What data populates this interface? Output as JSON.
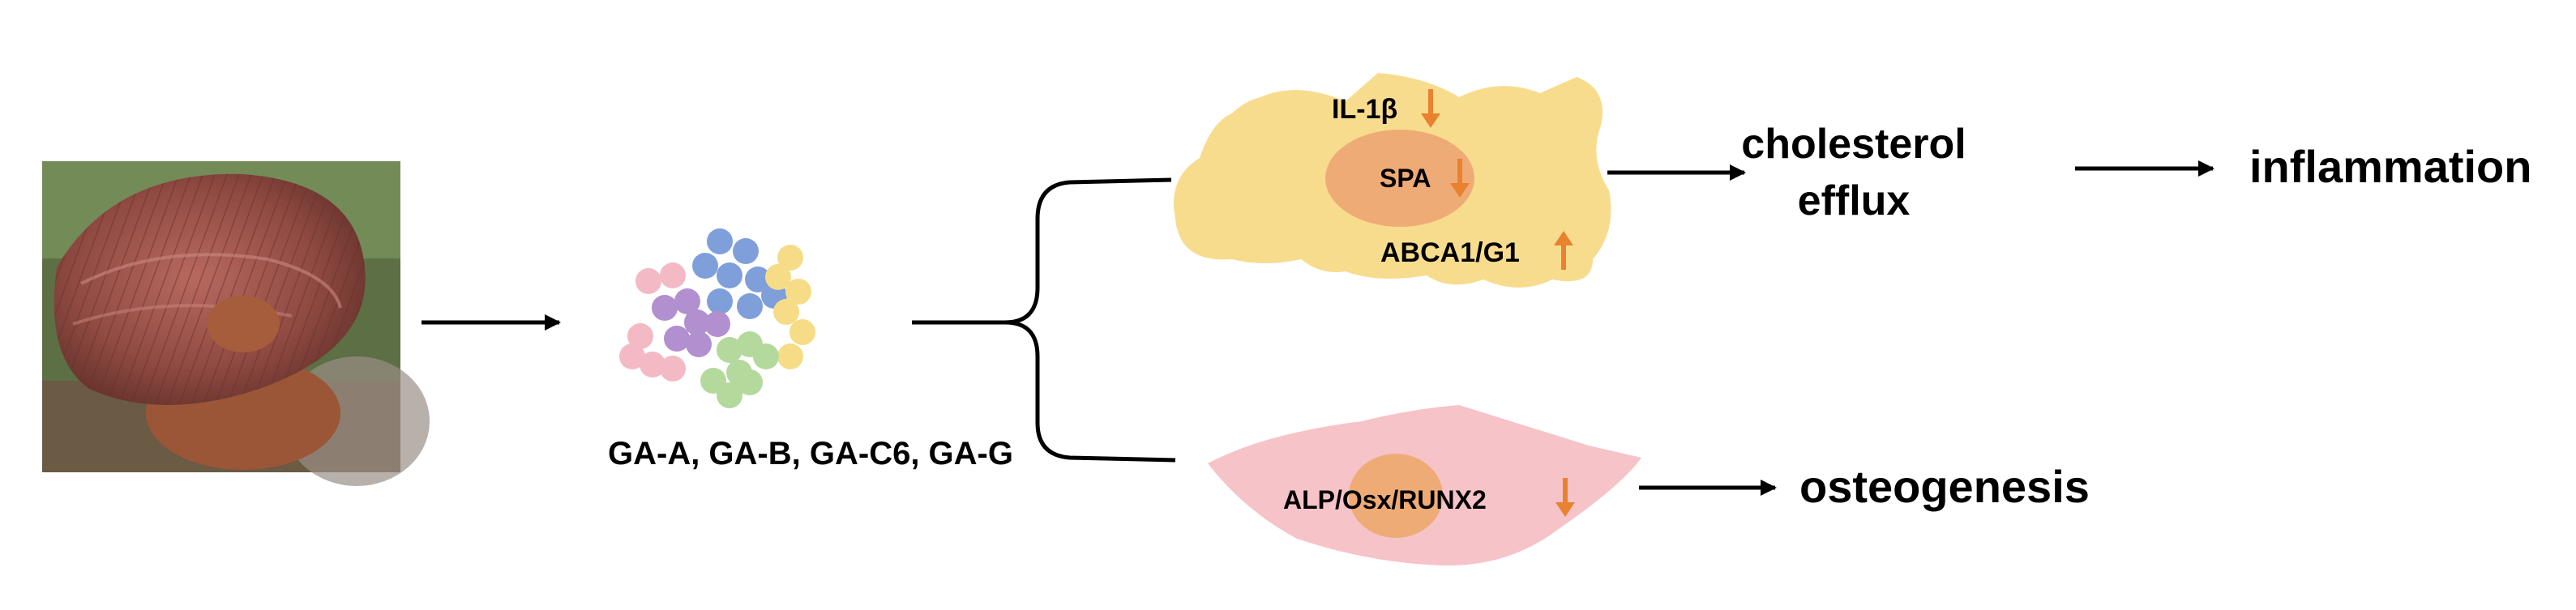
{
  "compounds": "GA-A, GA-B, GA-C6, GA-G",
  "cell_top": {
    "marker_1": "IL-1β",
    "marker_1_dir": "down",
    "marker_2": "SPA",
    "marker_2_dir": "down",
    "marker_3": "ABCA1/G1",
    "marker_3_dir": "up"
  },
  "cell_bottom": {
    "marker": "ALP/Osx/RUNX2",
    "marker_dir": "down"
  },
  "outcomes": {
    "top_line1": "cholesterol",
    "top_line2": "efflux",
    "top_final": "inflammation",
    "bottom": "osteogenesis"
  },
  "colors": {
    "arrow_orange": "#e8822f",
    "macrophage": "#f8dc8e",
    "macrophage_nucleus": "#efab76",
    "osteoblast": "#f6c3c8",
    "osteoblast_nucleus": "#efab76",
    "dot_pink": "#f3b9c4",
    "dot_blue": "#7f9fdb",
    "dot_purple": "#b28fcf",
    "dot_yellow": "#f6dc86",
    "dot_green": "#b3d99d"
  }
}
